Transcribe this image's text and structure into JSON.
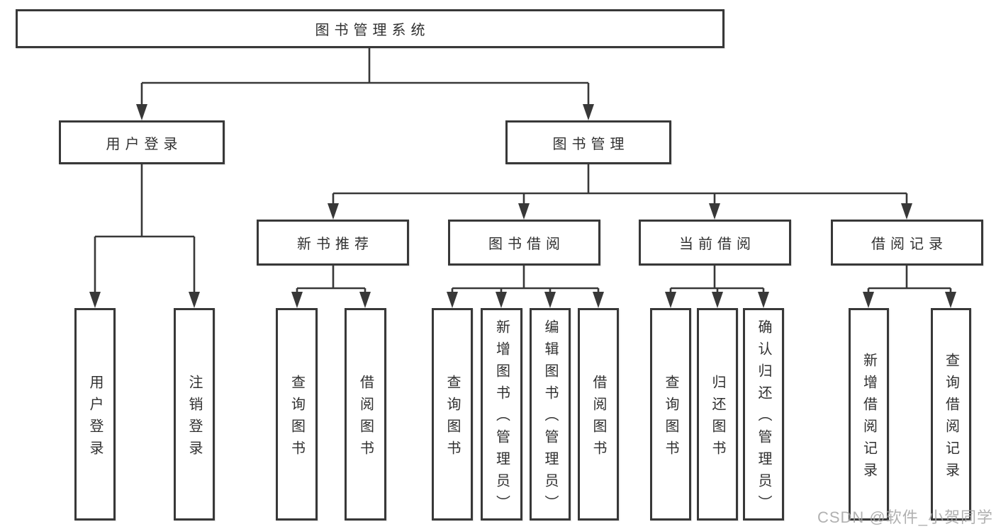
{
  "diagram": {
    "tree": {
      "root": "图书管理系统",
      "branches": [
        {
          "label": "用户登录",
          "children": [
            "用户登录",
            "注销登录"
          ]
        },
        {
          "label": "图书管理",
          "children": [
            {
              "label": "新书推荐",
              "children": [
                "查询图书",
                "借阅图书"
              ]
            },
            {
              "label": "图书借阅",
              "children": [
                "查询图书",
                "新增图书（管理员）",
                "编辑图书（管理员）",
                "借阅图书"
              ]
            },
            {
              "label": "当前借阅",
              "children": [
                "查询图书",
                "归还图书",
                "确认归还（管理员）"
              ]
            },
            {
              "label": "借阅记录",
              "children": [
                "新增借阅记录",
                "查询借阅记录"
              ]
            }
          ]
        }
      ]
    },
    "colors": {
      "line": "#383838",
      "box_border": "#383838",
      "text": "#303030",
      "background": "#ffffff",
      "watermark": "#a3a3a3"
    }
  },
  "watermark": "CSDN @软件_小贺同学"
}
